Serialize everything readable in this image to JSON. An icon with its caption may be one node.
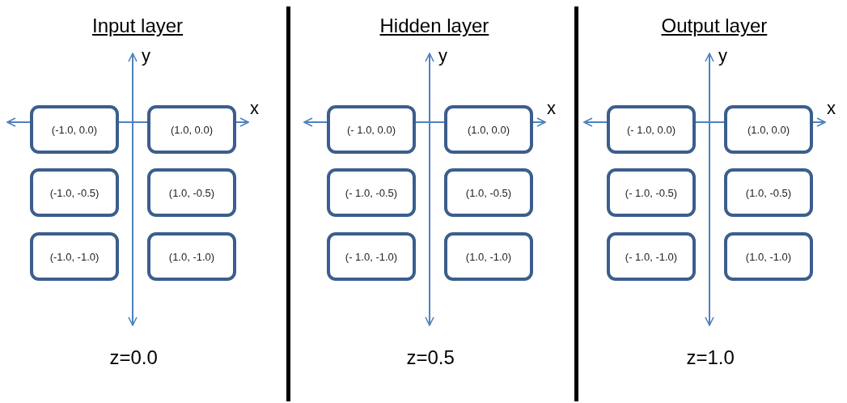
{
  "diagram": {
    "nodes": [
      {
        "text": [
          "(-1.0, 0.0)"
        ]
      },
      {
        "text": [
          "(1.0, 0.0)"
        ]
      },
      {
        "text": [
          "(-1.0, -0.5)"
        ]
      },
      {
        "text": [
          "(1.0, -0.5)"
        ]
      },
      {
        "text": [
          "(-1.0, -1.0)"
        ]
      },
      {
        "text": [
          "(1.0, -1.0)"
        ]
      },
      {
        "text": [
          "(- 1.0, 0.0)"
        ]
      },
      {
        "text": [
          "(1.0, 0.0)"
        ]
      },
      {
        "text": [
          "(- 1.0, -0.5)"
        ]
      },
      {
        "text": [
          "(1.0, -0.5)"
        ]
      },
      {
        "text": [
          "(- 1.0, -1.0)"
        ]
      },
      {
        "text": [
          "(1.0, -1.0)"
        ]
      },
      {
        "text": [
          "(- 1.0, 0.0)"
        ]
      },
      {
        "text": [
          "(1.0, 0.0)"
        ]
      },
      {
        "text": [
          "(- 1.0, -0.5)"
        ]
      },
      {
        "text": [
          "(1.0, -0.5)"
        ]
      },
      {
        "text": [
          "(- 1.0, -1.0)"
        ]
      },
      {
        "text": [
          "(1.0, -1.0)"
        ]
      }
    ],
    "labels": [
      "Input layer",
      "y",
      "x",
      "z=0.0",
      "Hidden layer",
      "y",
      "x",
      "z=0.5",
      "Output layer",
      "y",
      "x",
      "z=1.0"
    ]
  }
}
